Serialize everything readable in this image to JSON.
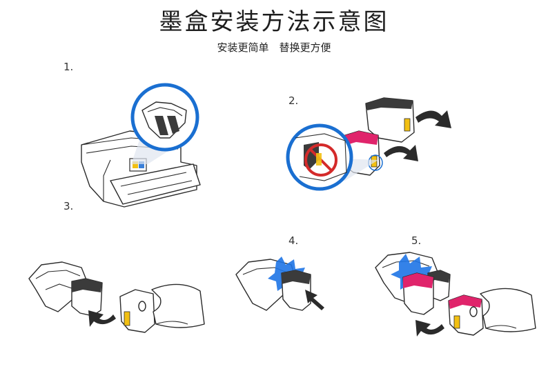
{
  "title": "墨盒安装方法示意图",
  "subtitle": "安装更简单　替换更方便",
  "steps": [
    {
      "label": "1."
    },
    {
      "label": "2."
    },
    {
      "label": "3."
    },
    {
      "label": "4."
    },
    {
      "label": "5."
    }
  ],
  "colors": {
    "highlight_ring": "#1a6fd1",
    "glow": "#1e74e6",
    "magenta_cartridge": "#e0246b",
    "yellow_contact": "#f2c012",
    "no_sign": "#d42a2a",
    "black_cartridge": "#2b2b2b"
  }
}
